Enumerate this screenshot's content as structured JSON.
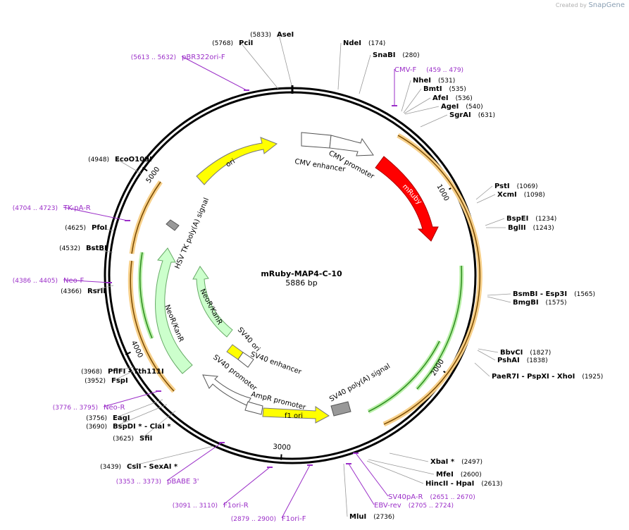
{
  "credit": {
    "prefix": "Created by",
    "brand": "SnapGene"
  },
  "plasmid": {
    "name": "mRuby-MAP4-C-10",
    "size": "5886 bp"
  },
  "colors": {
    "primer": "#9b2fc8",
    "mRuby": "#ff0000",
    "ori": "#ffff00",
    "neo": "#ccffcc",
    "promoter": "#ffffff",
    "orf": "#f2b64a",
    "orf_green": "#2e8b1f",
    "polyA": "#999999"
  },
  "ticks": [
    "1000",
    "2000",
    "3000",
    "4000",
    "5000"
  ],
  "features": [
    {
      "label": "CMV enhancer"
    },
    {
      "label": "CMV promoter"
    },
    {
      "label": "mRuby"
    },
    {
      "label": "SV40 poly(A) signal"
    },
    {
      "label": "f1 ori"
    },
    {
      "label": "AmpR promoter"
    },
    {
      "label": "SV40 promoter"
    },
    {
      "label": "SV40 enhancer"
    },
    {
      "label": "SV40 ori"
    },
    {
      "label": "NeoR/KanR"
    },
    {
      "label": "NeoR/KanR"
    },
    {
      "label": "HSV TK poly(A) signal"
    },
    {
      "label": "ori"
    }
  ],
  "enzymes": [
    {
      "name": "AseI",
      "pos": "(5833)"
    },
    {
      "name": "PciI",
      "pos": "(5768)"
    },
    {
      "name": "NdeI",
      "pos": "(174)"
    },
    {
      "name": "SnaBI",
      "pos": "(280)"
    },
    {
      "name": "NheI",
      "pos": "(531)"
    },
    {
      "name": "BmtI",
      "pos": "(535)"
    },
    {
      "name": "AfeI",
      "pos": "(536)"
    },
    {
      "name": "AgeI",
      "pos": "(540)"
    },
    {
      "name": "SgrAI",
      "pos": "(631)"
    },
    {
      "name": "PstI",
      "pos": "(1069)"
    },
    {
      "name": "XcmI",
      "pos": "(1098)"
    },
    {
      "name": "BspEI",
      "pos": "(1234)"
    },
    {
      "name": "BglII",
      "pos": "(1243)"
    },
    {
      "name": "BsmBI - Esp3I",
      "pos": "(1565)"
    },
    {
      "name": "BmgBI",
      "pos": "(1575)"
    },
    {
      "name": "BbvCI",
      "pos": "(1827)"
    },
    {
      "name": "PshAI",
      "pos": "(1838)"
    },
    {
      "name": "PaeR7I - PspXI - XhoI",
      "pos": "(1925)"
    },
    {
      "name": "XbaI *",
      "pos": "(2497)"
    },
    {
      "name": "MfeI",
      "pos": "(2600)"
    },
    {
      "name": "HincII - HpaI",
      "pos": "(2613)"
    },
    {
      "name": "MluI",
      "pos": "(2736)"
    },
    {
      "name": "CsiI - SexAI *",
      "pos": "(3439)"
    },
    {
      "name": "SfiI",
      "pos": "(3625)"
    },
    {
      "name": "BspDI * - ClaI *",
      "pos": "(3690)"
    },
    {
      "name": "EagI",
      "pos": "(3756)"
    },
    {
      "name": "FspI",
      "pos": "(3952)"
    },
    {
      "name": "PflFI - Tth111I",
      "pos": "(3968)"
    },
    {
      "name": "RsrII",
      "pos": "(4366)"
    },
    {
      "name": "BstBI",
      "pos": "(4532)"
    },
    {
      "name": "PfoI",
      "pos": "(4625)"
    },
    {
      "name": "EcoO109I",
      "pos": "(4948)"
    }
  ],
  "primers": [
    {
      "name": "pBR322ori-F",
      "pos": "(5613 .. 5632)"
    },
    {
      "name": "CMV-F",
      "pos": "(459 .. 479)"
    },
    {
      "name": "TK-pA-R",
      "pos": "(4704 .. 4723)"
    },
    {
      "name": "Neo-F",
      "pos": "(4386 .. 4405)"
    },
    {
      "name": "Neo-R",
      "pos": "(3776 .. 3795)"
    },
    {
      "name": "pBABE 3'",
      "pos": "(3353 .. 3373)"
    },
    {
      "name": "F1ori-R",
      "pos": "(3091 .. 3110)"
    },
    {
      "name": "F1ori-F",
      "pos": "(2879 .. 2900)"
    },
    {
      "name": "SV40pA-R",
      "pos": "(2651 .. 2670)"
    },
    {
      "name": "EBV-rev",
      "pos": "(2705 .. 2724)"
    }
  ]
}
